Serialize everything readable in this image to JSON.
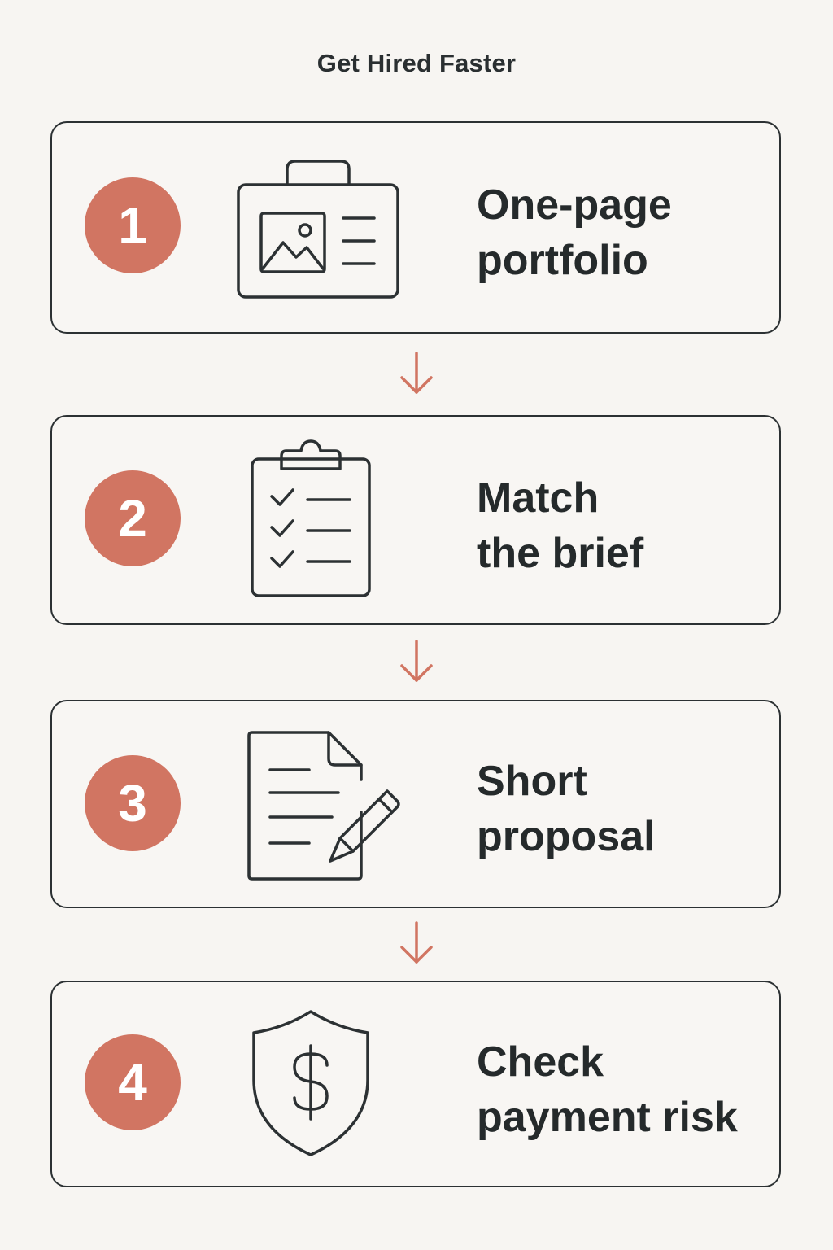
{
  "title": "Get Hired Faster",
  "accent_color": "#d17562",
  "steps": [
    {
      "number": "1",
      "icon": "portfolio-icon",
      "line1": "One-page",
      "line2": "portfolio"
    },
    {
      "number": "2",
      "icon": "clipboard-checklist-icon",
      "line1": "Match",
      "line2": "the brief"
    },
    {
      "number": "3",
      "icon": "document-pencil-icon",
      "line1": "Short",
      "line2": "proposal"
    },
    {
      "number": "4",
      "icon": "shield-dollar-icon",
      "line1": "Check",
      "line2": "payment risk"
    }
  ]
}
